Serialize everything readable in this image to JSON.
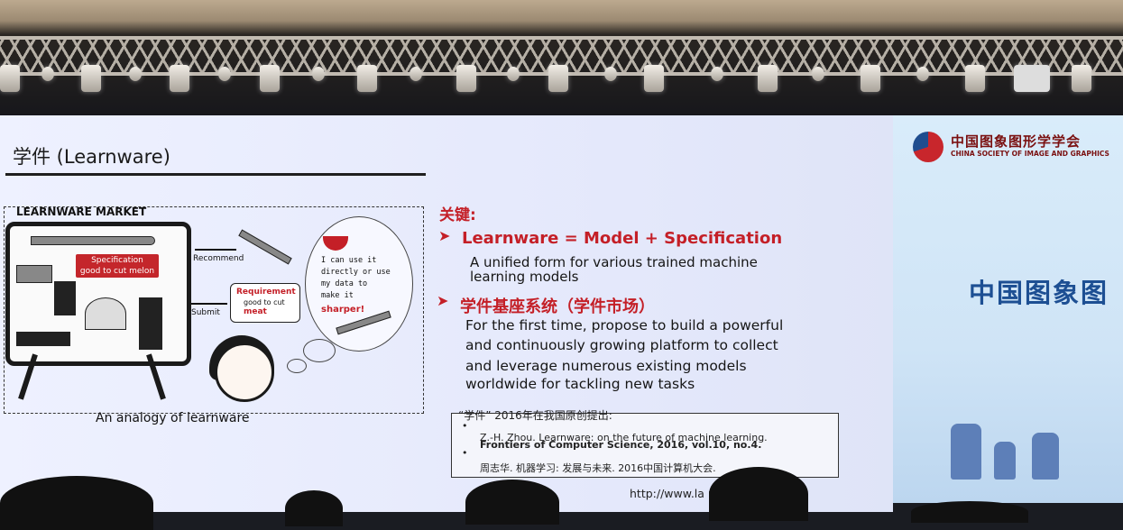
{
  "slide": {
    "title": "学件 (Learnware)",
    "market_label": "LEARNWARE MARKET",
    "spec_title": "Specification",
    "spec_text": "good to cut melon",
    "recommend_label": "Recommend",
    "submit_label": "Submit",
    "requirement_title": "Requirement",
    "requirement_text_1": "good to cut",
    "requirement_text_2": "meat",
    "thought_lines": [
      "I can use it",
      "directly or use",
      "my data to",
      "make it",
      "sharper!"
    ],
    "caption": "An analogy of learnware",
    "key_heading": "关键:",
    "point1_title": "Learnware = Model + Specification",
    "point1_body": [
      "A unified form for various trained machine",
      "learning models"
    ],
    "point2_title": "学件基座系统（学件市场）",
    "point2_body": [
      "For the first time, propose to build a powerful",
      "and continuously growing platform to collect",
      "and leverage numerous existing models",
      "worldwide for tackling new tasks"
    ],
    "ref_head": "“学件” 2016年在我国原创提出:",
    "ref1_line1": "Z.-H. Zhou. Learnware: on the future of machine learning.",
    "ref1_line2": "Frontiers of Computer Science, 2016, vol.10, no.4.",
    "ref2": "周志华. 机器学习: 发展与未来. 2016中国计算机大会.",
    "url": "http://www.la          m/zhouzh/"
  },
  "sidebar": {
    "org_cn": "中国图象图形学学会",
    "org_en": "CHINA SOCIETY OF IMAGE AND GRAPHICS",
    "big_text": "中国图象图"
  },
  "colors": {
    "accent_red": "#c41f27",
    "org_blue": "#1d4f93"
  }
}
